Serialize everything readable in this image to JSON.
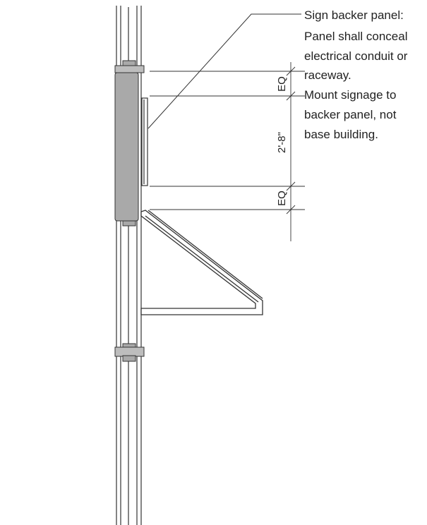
{
  "note": {
    "lines": [
      "Sign backer panel:",
      "Panel shall conceal",
      "electrical conduit or",
      "raceway.",
      "Mount signage to",
      "backer panel, not",
      "base building."
    ]
  },
  "dimensions": {
    "top_eq": "EQ",
    "middle": "2'-8\"",
    "bottom_eq": "EQ"
  },
  "colors": {
    "line": "#333333",
    "panel_fill": "#a9a9a9",
    "background": "#ffffff"
  }
}
